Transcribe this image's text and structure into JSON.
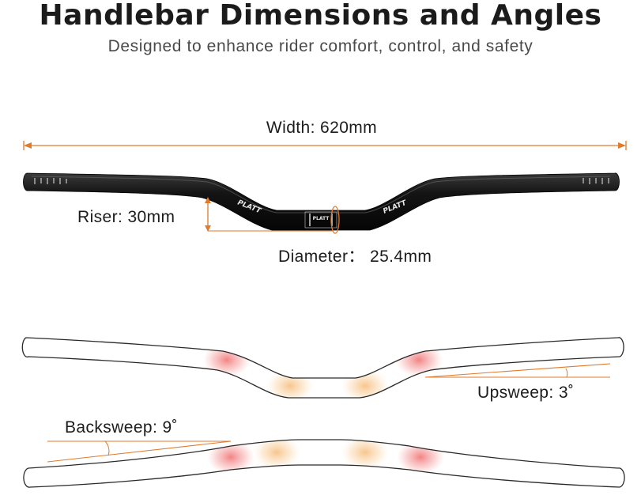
{
  "title": "Handlebar Dimensions and Angles",
  "subtitle": "Designed to enhance rider comfort, control, and safety",
  "labels": {
    "width": "Width: 620mm",
    "riser": "Riser: 30mm",
    "diameter": "Diameter： 25.4mm",
    "upsweep": "Upsweep: 3˚",
    "backsweep": "Backsweep: 9˚"
  },
  "brand_text": "PLATT",
  "colors": {
    "accent": "#e07a2c",
    "bar": "#141414",
    "outline": "#2a2a2a",
    "hot": "#ee5a5a",
    "warm": "#f5b267"
  }
}
